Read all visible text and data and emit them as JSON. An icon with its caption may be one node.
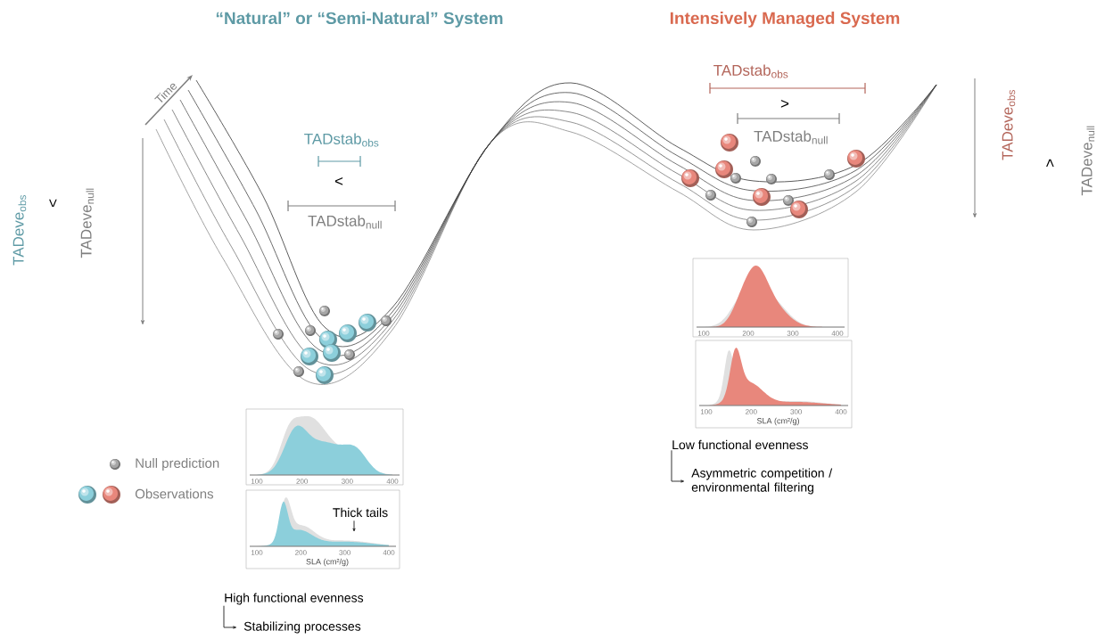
{
  "diagram": {
    "nodes": [
      {
        "text": [
          "High functional evenness"
        ]
      },
      {
        "text": [
          "Stabilizing processes"
        ]
      },
      {
        "text": [
          "Low functional evenness"
        ]
      },
      {
        "text": [
          "Asymmetric competition / environmental filtering"
        ]
      },
      {
        "text": [],
        "shape": "picture"
      },
      {
        "text": [
          "Thick tails"
        ],
        "in": 4
      }
    ],
    "edges": [
      {
        "from": 0,
        "to": 1,
        "arrow": "to"
      },
      {
        "from": 2,
        "to": 3,
        "arrow": "to"
      },
      {
        "from": 5,
        "to": 4,
        "arrow": "to"
      }
    ],
    "labels": [
      "“Natural” or “Semi-Natural” System",
      "Intensively Managed System",
      "Time",
      "TADeve$_{obs}$",
      "<",
      "TADeve$_{null}$",
      "TADstab$_{obs}$",
      "<",
      "TADstab$_{null}$",
      "TADstab$_{obs}$",
      ">",
      "TADstab$_{null}$",
      "TADeve$_{obs}$",
      ">",
      "TADeve$_{null}$",
      "100",
      "200",
      "300",
      "400",
      "100",
      "200",
      "300",
      "400",
      "SLA (cm²/g)",
      "100",
      "200",
      "300",
      "400",
      "100",
      "200",
      "300",
      "400",
      "SLA (cm²/g)"
    ],
    "legend": [
      {
        "text": "Null prediction"
      },
      {
        "text": "Observations"
      }
    ]
  }
}
